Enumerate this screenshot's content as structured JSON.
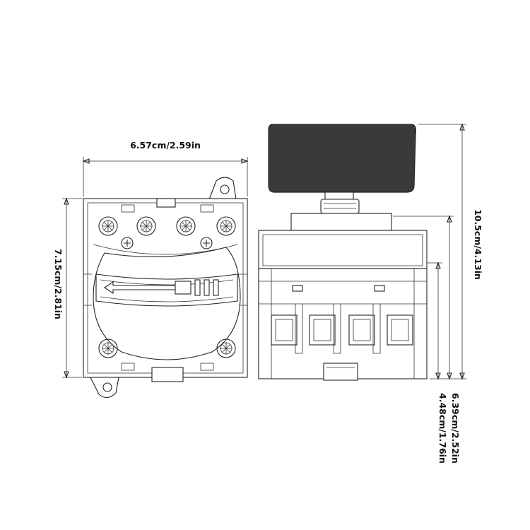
{
  "dimensions": {
    "front_width": "6.57cm/2.59in",
    "front_height": "7.15cm/2.81in",
    "side_total_height": "10.5cm/4.13in",
    "side_body_height": "6.39cm/2.52in",
    "side_base_height": "4.48cm/1.76in"
  }
}
